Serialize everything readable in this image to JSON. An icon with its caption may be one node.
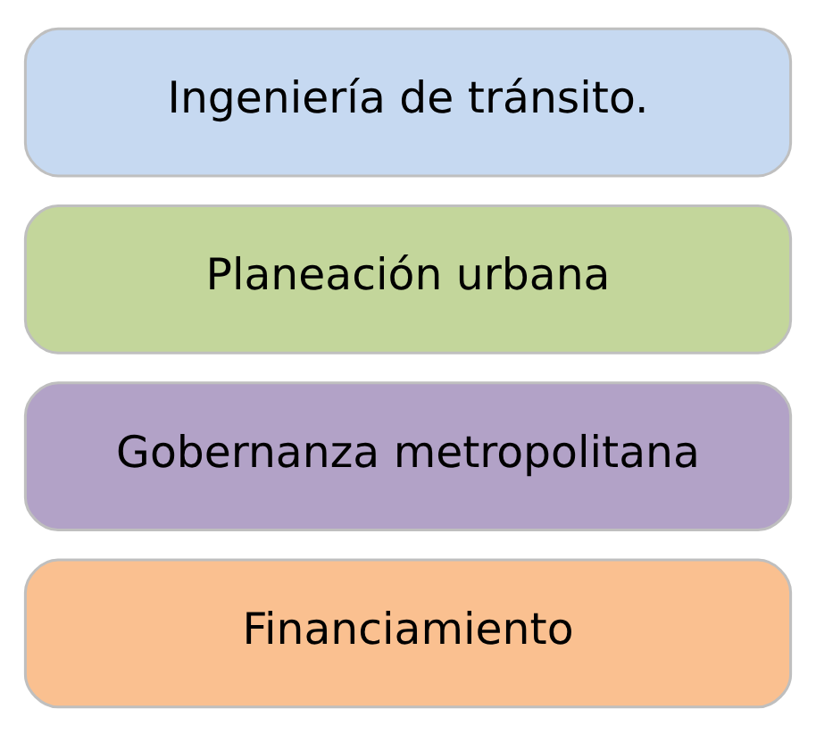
{
  "diagram": {
    "nodes": [
      {
        "text": [
          "Ingeniería de tránsito."
        ]
      },
      {
        "text": [
          "Planeación urbana"
        ]
      },
      {
        "text": [
          "Gobernanza metropolitana"
        ]
      },
      {
        "text": [
          "Financiamiento"
        ]
      }
    ]
  }
}
